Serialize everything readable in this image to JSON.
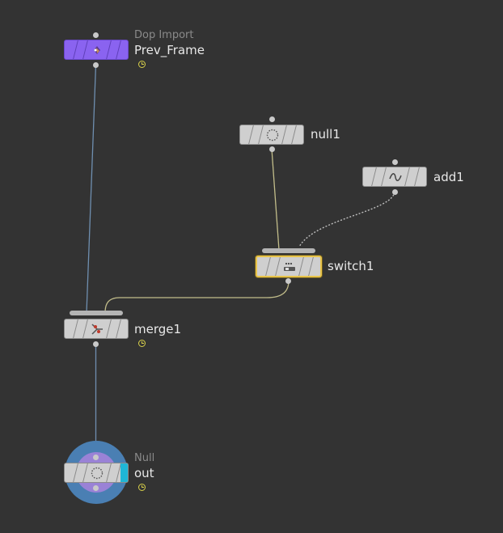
{
  "network": {
    "colors": {
      "background": "#333333",
      "node_body": "#cfcfcf",
      "dop_import_node": "#8a63f0",
      "selected_outline": "#e8c44a",
      "display_flag": "#1fb6d6",
      "output_ring": "#4a7fb3"
    },
    "nodes": [
      {
        "id": "prev_frame",
        "type_label": "Dop Import",
        "name": "Prev_Frame",
        "icon": "dop-import-icon",
        "time_dependent": true
      },
      {
        "id": "null1",
        "name": "null1",
        "icon": "null-circle-icon",
        "time_dependent": false
      },
      {
        "id": "add1",
        "name": "add1",
        "icon": "add-wave-icon",
        "time_dependent": false
      },
      {
        "id": "switch1",
        "name": "switch1",
        "icon": "switch-icon",
        "selected": true,
        "time_dependent": false
      },
      {
        "id": "merge1",
        "name": "merge1",
        "icon": "merge-icon",
        "time_dependent": true
      },
      {
        "id": "out",
        "type_label": "Null",
        "name": "out",
        "icon": "null-circle-icon",
        "display_flag": true,
        "output_node": true,
        "time_dependent": true
      }
    ],
    "connections": [
      {
        "from": "prev_frame",
        "to": "merge1",
        "style": "solid",
        "color": "#6f8fb0"
      },
      {
        "from": "null1",
        "to": "switch1",
        "style": "solid",
        "color": "#c2bd8a"
      },
      {
        "from": "add1",
        "to": "switch1",
        "style": "dotted",
        "color": "#bdbdbd"
      },
      {
        "from": "switch1",
        "to": "merge1",
        "style": "solid",
        "color": "#c2bd8a"
      },
      {
        "from": "merge1",
        "to": "out",
        "style": "solid",
        "color": "#6f8fb0"
      }
    ]
  }
}
